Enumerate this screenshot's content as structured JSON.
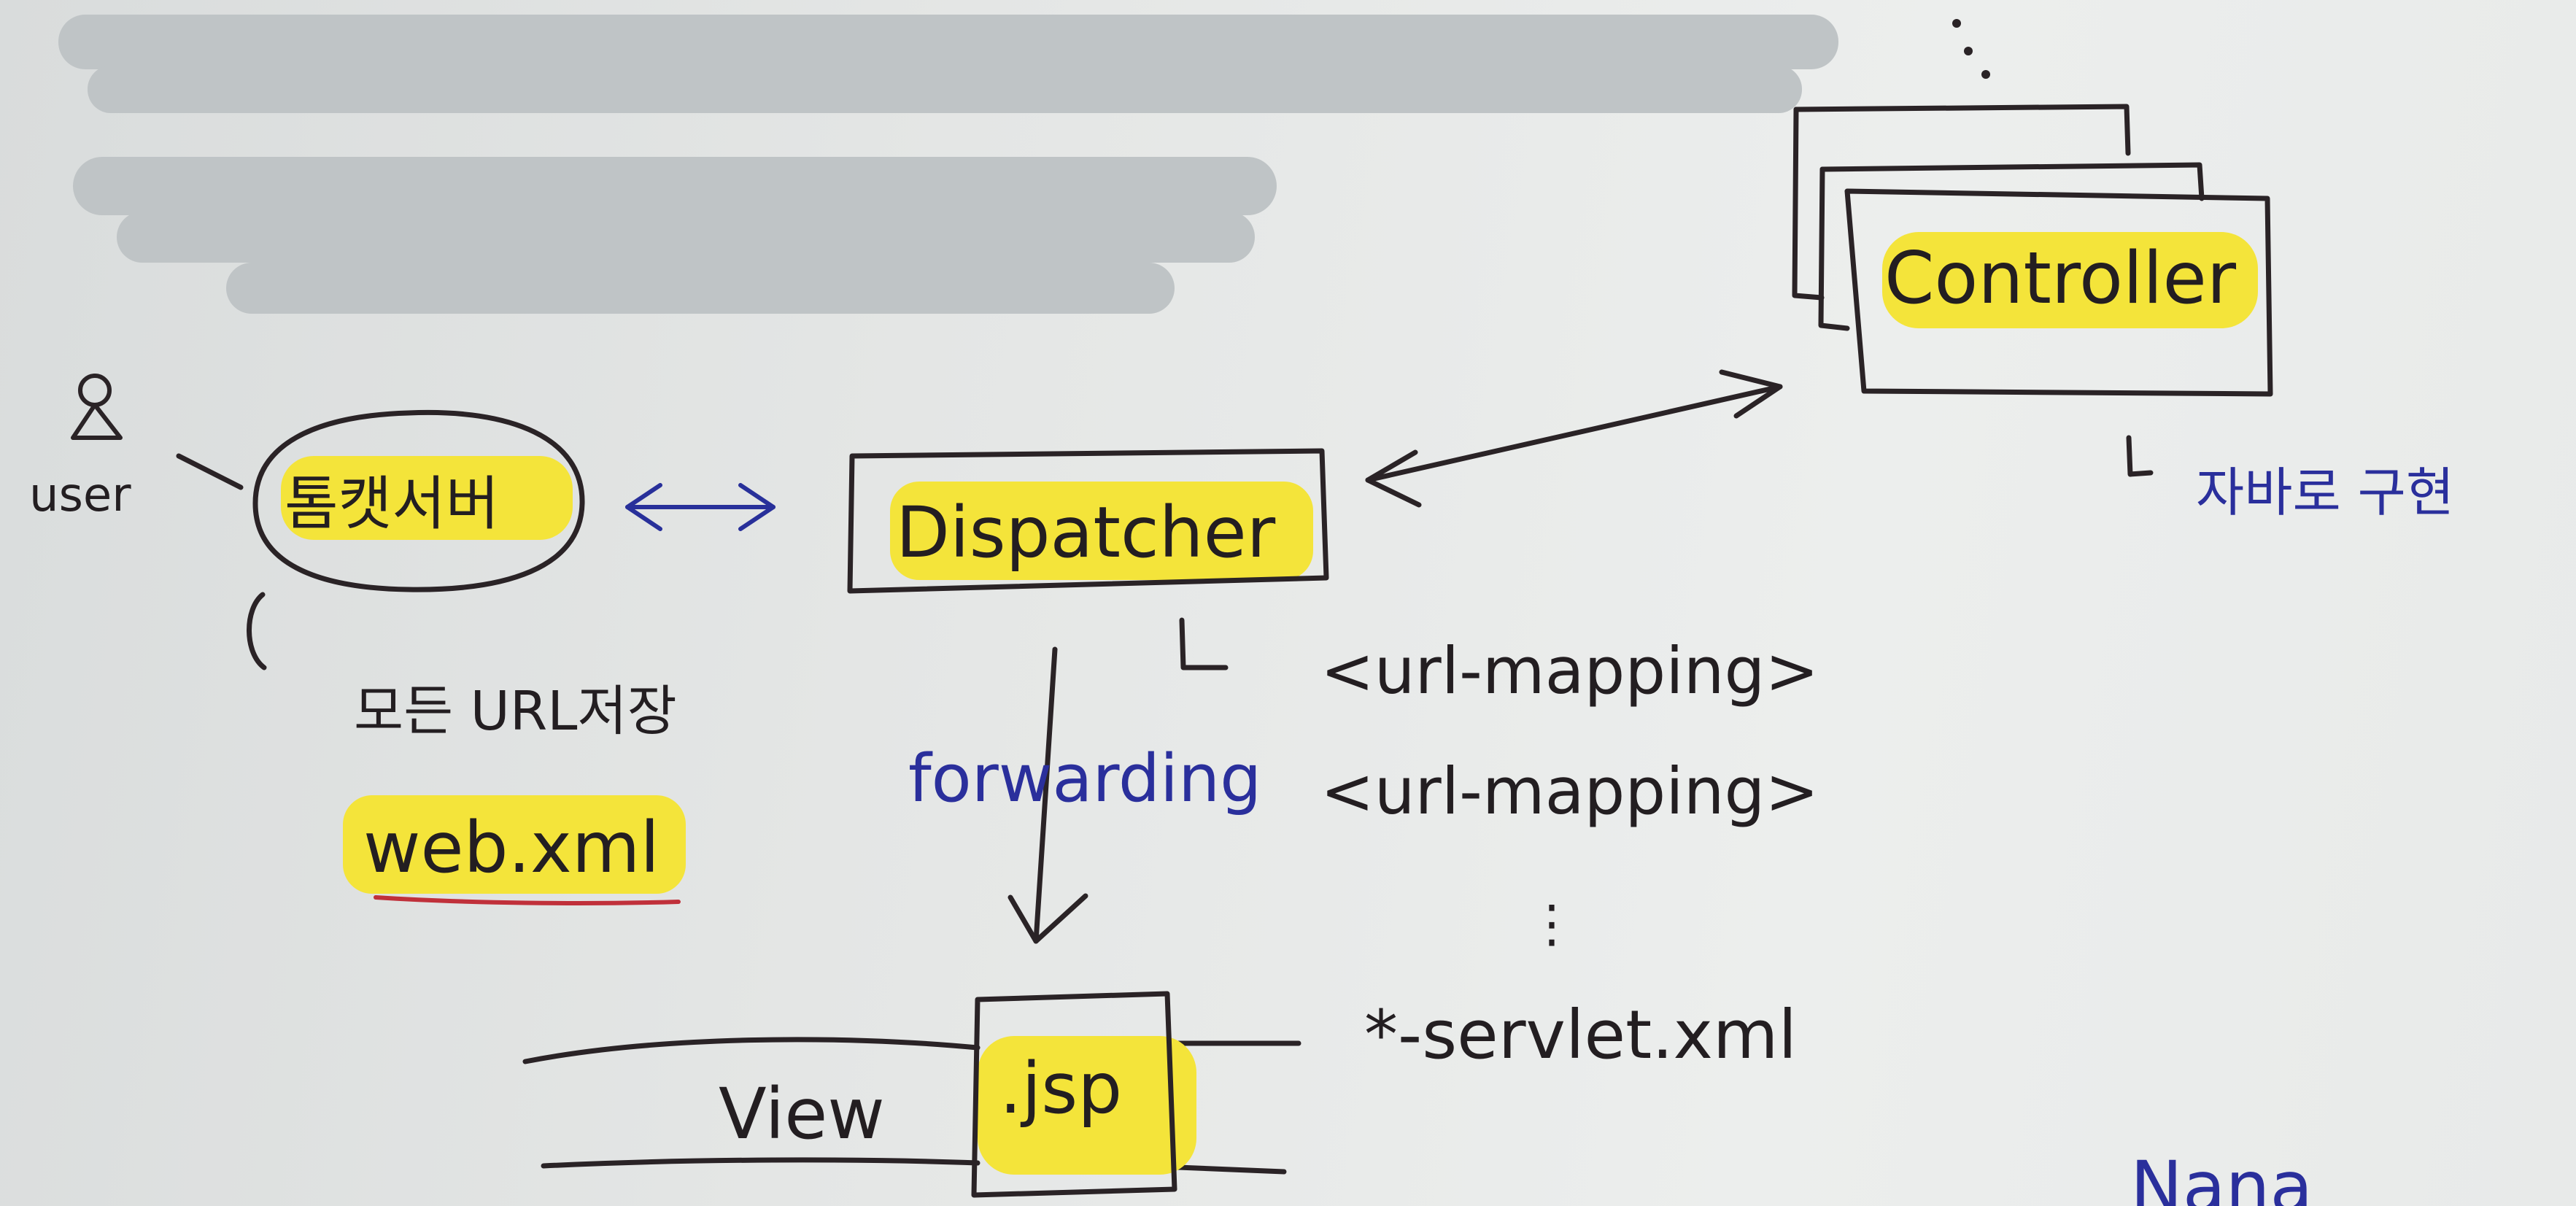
{
  "diagram": {
    "nodes": {
      "user": "user",
      "tomcat": "톰캣서버",
      "dispatcher": "Dispatcher",
      "controller": "Controller",
      "view": "View",
      "jsp": ".jsp"
    },
    "notes": {
      "tomcat_note": "모든 URL저장",
      "webxml": "web.xml",
      "controller_note": "자바로 구현",
      "forwarding": "forwarding",
      "url_mapping_1": "<url-mapping>",
      "url_mapping_2": "<url-mapping>",
      "dots": "⋮",
      "servlet_xml": "*-servlet.xml",
      "signature": "Nana"
    },
    "icons": {
      "user": "person-icon"
    },
    "colors": {
      "highlight": "#f4e43a",
      "ink": "#2a2326",
      "blue_ink": "#2a2f9c",
      "underline": "#c0303a"
    }
  }
}
